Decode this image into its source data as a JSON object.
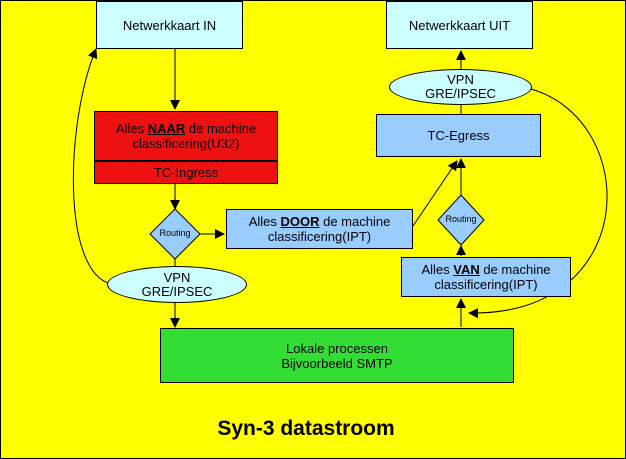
{
  "nodes": {
    "nic_in": "Netwerkkaart IN",
    "nic_out": "Netwerkkaart UIT",
    "vpn_top": {
      "line1": "VPN",
      "line2": "GRE/IPSEC"
    },
    "vpn_bottom": {
      "line1": "VPN",
      "line2": "GRE/IPSEC"
    },
    "tc_egress": "TC-Egress",
    "naar": {
      "pre": "Alles ",
      "bold": "NAAR",
      "post": " de machine",
      "line2": "classificering(U32)"
    },
    "tc_ingress": "TC-Ingress",
    "door": {
      "pre": "Alles ",
      "bold": "DOOR",
      "post": " de machine",
      "line2": "classificering(IPT)"
    },
    "van": {
      "pre": "Alles ",
      "bold": "VAN",
      "post": " de machine",
      "line2": "classificering(IPT)"
    },
    "routing_left": "Routing",
    "routing_right": "Routing",
    "local": {
      "line1": "Lokale processen",
      "line2": "Bijvoorbeeld SMTP"
    }
  },
  "title": "Syn-3 datastroom",
  "colors": {
    "background": "#ffff00",
    "nic": "#ccffff",
    "blue_box": "#99ccff",
    "red_box": "#ee1111",
    "green_box": "#33dd33"
  }
}
